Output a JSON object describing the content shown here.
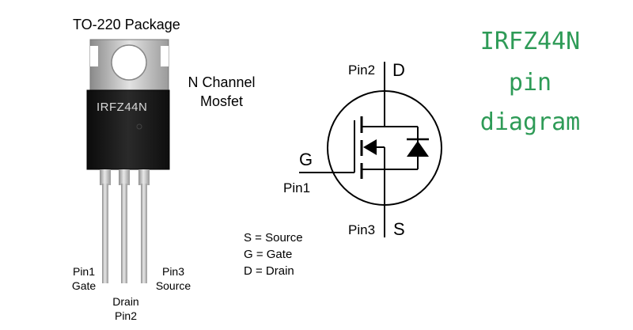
{
  "package": {
    "title": "TO-220 Package",
    "marking": "IRFZ44N",
    "type_line1": "N Channel",
    "type_line2": "Mosfet",
    "pin1_num": "Pin1",
    "pin1_name": "Gate",
    "pin2_name": "Drain",
    "pin2_num": "Pin2",
    "pin3_num": "Pin3",
    "pin3_name": "Source"
  },
  "symbol": {
    "pin2_label": "Pin2",
    "drain_letter": "D",
    "gate_letter": "G",
    "pin1_label": "Pin1",
    "pin3_label": "Pin3",
    "source_letter": "S"
  },
  "legend": {
    "source": "S = Source",
    "gate": "G = Gate",
    "drain": "D = Drain"
  },
  "heading": {
    "line1": "IRFZ44N",
    "line2": "pin",
    "line3": "diagram",
    "color": "#2e9b57"
  }
}
